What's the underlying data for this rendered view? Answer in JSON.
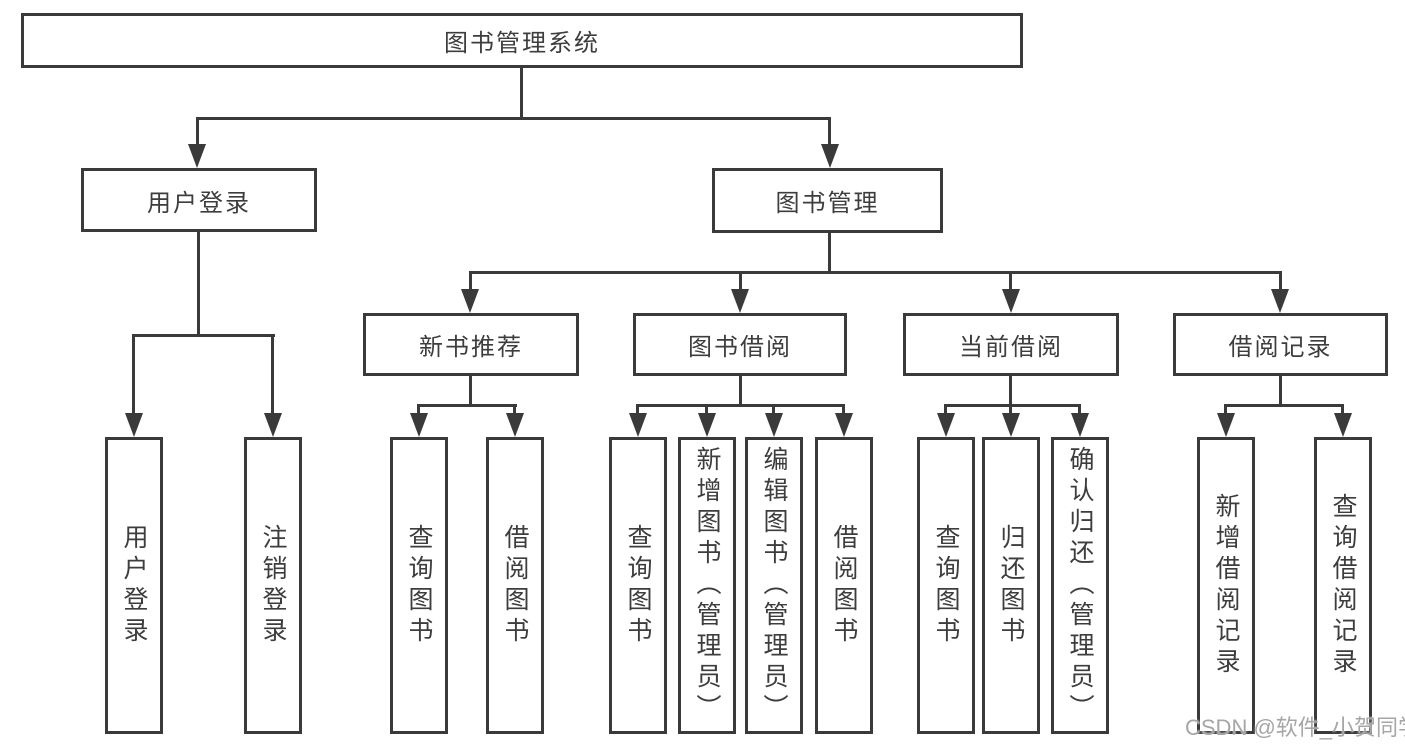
{
  "diagram": {
    "title": "图书管理系统",
    "level2": [
      {
        "label": "用户登录"
      },
      {
        "label": "图书管理"
      }
    ],
    "level3": [
      {
        "label": "新书推荐",
        "parent": "图书管理"
      },
      {
        "label": "图书借阅",
        "parent": "图书管理"
      },
      {
        "label": "当前借阅",
        "parent": "图书管理"
      },
      {
        "label": "借阅记录",
        "parent": "图书管理"
      }
    ],
    "leaves": [
      {
        "label": "用户登录",
        "parent": "用户登录"
      },
      {
        "label": "注销登录",
        "parent": "用户登录"
      },
      {
        "label": "查询图书",
        "parent": "新书推荐"
      },
      {
        "label": "借阅图书",
        "parent": "新书推荐"
      },
      {
        "label": "查询图书",
        "parent": "图书借阅"
      },
      {
        "label": "新增图书（管理员）",
        "parent": "图书借阅"
      },
      {
        "label": "编辑图书（管理员）",
        "parent": "图书借阅"
      },
      {
        "label": "借阅图书",
        "parent": "图书借阅"
      },
      {
        "label": "查询图书",
        "parent": "当前借阅"
      },
      {
        "label": "归还图书",
        "parent": "当前借阅"
      },
      {
        "label": "确认归还（管理员）",
        "parent": "当前借阅"
      },
      {
        "label": "新增借阅记录",
        "parent": "借阅记录"
      },
      {
        "label": "查询借阅记录",
        "parent": "借阅记录"
      }
    ],
    "colors": {
      "line": "#3a3a3a",
      "text": "#3d3d3d",
      "background": "#ffffff",
      "watermark": "#a6a6a6"
    }
  },
  "watermark": {
    "text": "CSDN @软件_小贺同学"
  }
}
